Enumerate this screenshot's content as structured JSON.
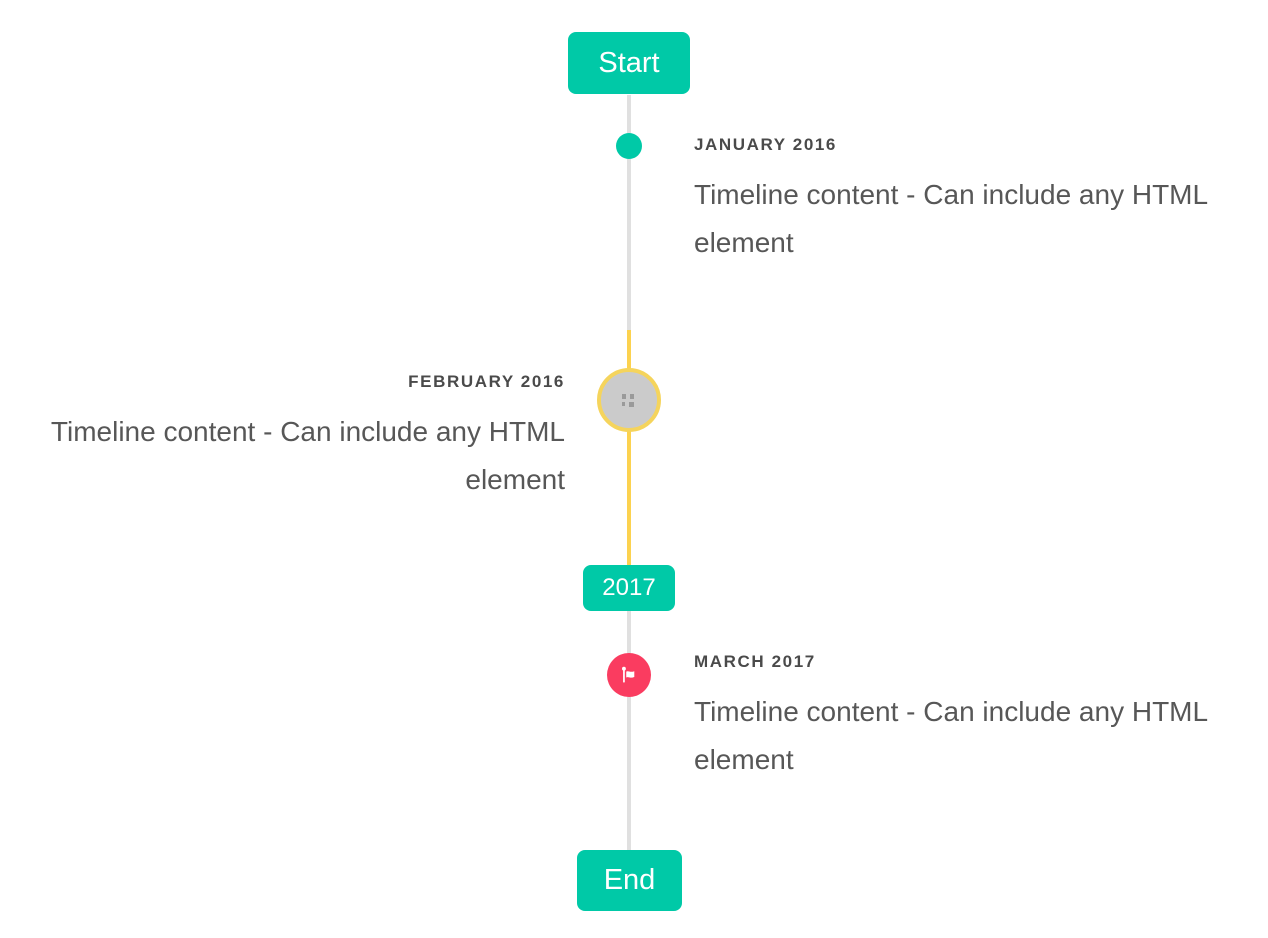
{
  "colors": {
    "accent": "#00C9A7",
    "line": "#E0E0E0",
    "highlight_yellow": "#FCD24F",
    "ring_yellow": "#F5D45C",
    "gray_fill": "#CBCBCB",
    "flag_red": "#FA3C60",
    "title_text": "#4A4A4A",
    "body_text": "#575757"
  },
  "timeline": {
    "start_badge": "Start",
    "year_badge": "2017",
    "end_badge": "End",
    "items": [
      {
        "title": "JANUARY 2016",
        "content": "Timeline content - Can include any HTML element",
        "side": "right",
        "marker": "teal-dot"
      },
      {
        "title": "FEBRUARY 2016",
        "content": "Timeline content - Can include any HTML element",
        "side": "left",
        "marker": "gray-circle-yellow-ring-broken-image"
      },
      {
        "title": "MARCH 2017",
        "content": "Timeline content - Can include any HTML element",
        "side": "right",
        "marker": "red-flag-circle"
      }
    ]
  },
  "icons": {
    "flag_marker": "flag-icon",
    "image_placeholder": "broken-image-icon"
  }
}
